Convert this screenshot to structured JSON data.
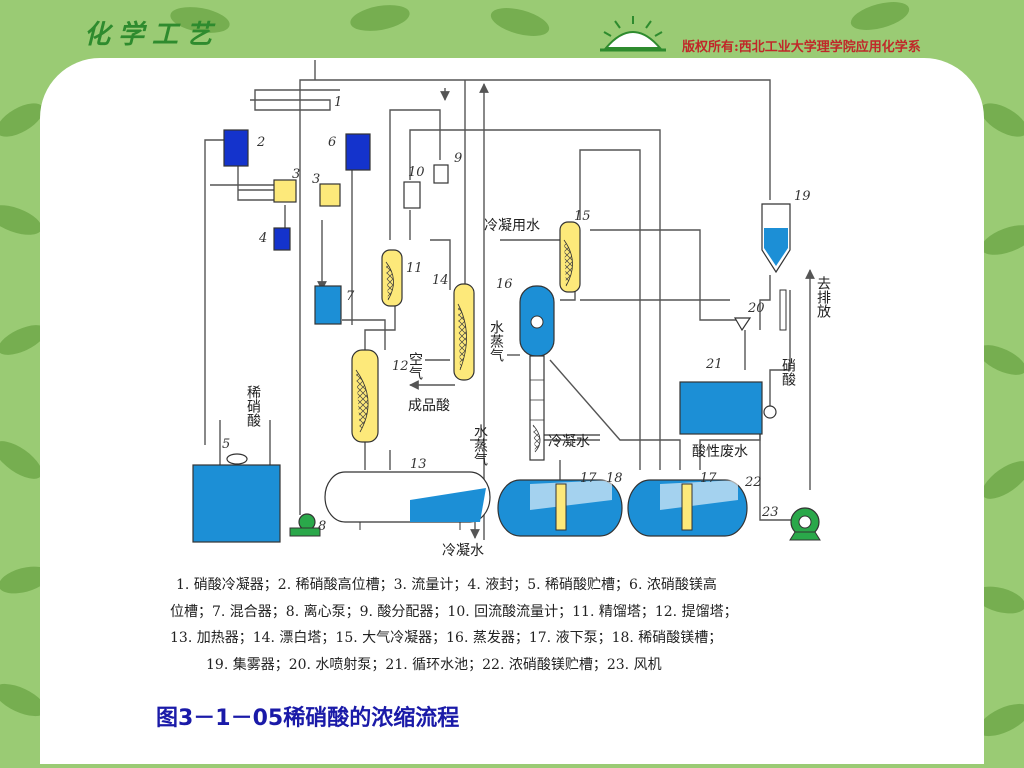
{
  "header": {
    "logo_text": "化学工艺",
    "copyright": "版权所有:西北工业大学理学院应用化学系"
  },
  "diagram": {
    "numbers": {
      "n1": "1",
      "n2": "2",
      "n3a": "3",
      "n3b": "3",
      "n4": "4",
      "n5": "5",
      "n6": "6",
      "n7": "7",
      "n8": "8",
      "n9": "9",
      "n10": "10",
      "n11": "11",
      "n12": "12",
      "n13": "13",
      "n14": "14",
      "n15": "15",
      "n16": "16",
      "n17a": "17",
      "n17b": "17",
      "n18": "18",
      "n19": "19",
      "n20": "20",
      "n21": "21",
      "n22": "22",
      "n23": "23"
    },
    "labels": {
      "dilute_nitric": "稀硝酸",
      "cooling_water_inlet": "冷凝用水",
      "steam_16": "水蒸气",
      "air": "空气",
      "product_acid": "成品酸",
      "steam_13": "水蒸气",
      "cooling_water_18": "冷凝水",
      "cooling_water_13": "冷凝水",
      "acid_wastewater": "酸性废水",
      "nitric_acid": "硝酸",
      "to_discharge": "去排放"
    }
  },
  "legend": {
    "line1": "1. 硝酸冷凝器；2. 稀硝酸高位槽；3. 流量计；4. 液封；5. 稀硝酸贮槽；6. 浓硝酸镁高",
    "line2": "位槽；7. 混合器；8. 离心泵；9. 酸分配器；10. 回流酸流量计；11. 精馏塔；12. 提馏塔；",
    "line3": "13. 加热器；14. 漂白塔；15. 大气冷凝器；16. 蒸发器；17. 液下泵；18. 稀硝酸镁槽；",
    "line4": "19. 集雾器；20. 水喷射泵；21. 循环水池；22. 浓硝酸镁贮槽；23. 风机"
  },
  "caption": "图3－1－05稀硝酸的浓缩流程",
  "colors": {
    "blue_fill": "#1c8fd6",
    "yellow_fill": "#fde97a",
    "dark_blue": "#1433cc",
    "line": "#555555",
    "leaf_green": "#6fa94a"
  }
}
